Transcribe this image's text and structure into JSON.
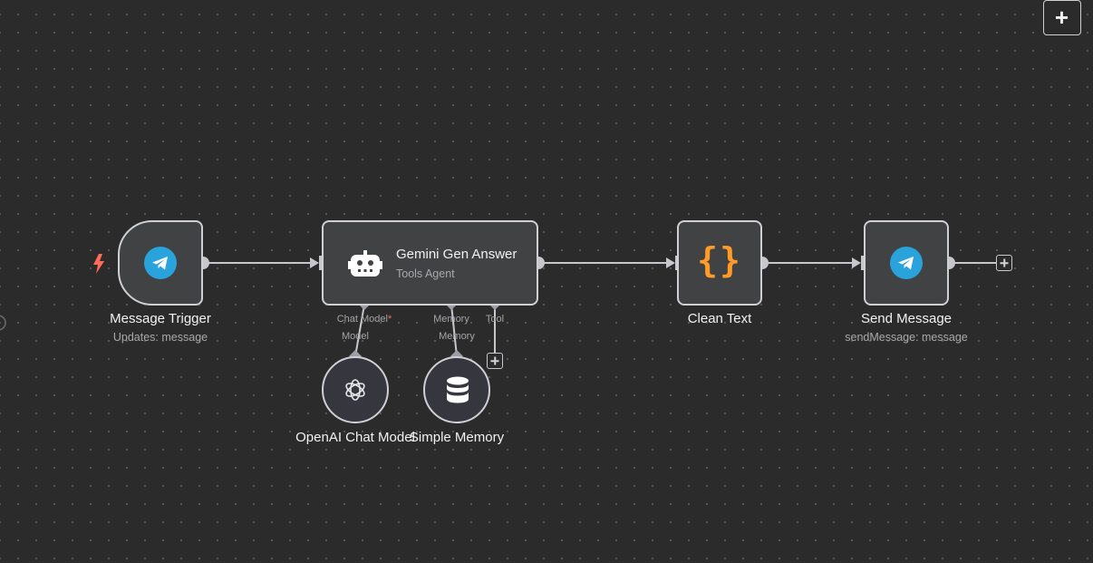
{
  "toolbar": {
    "add_button_label": "+"
  },
  "nodes": {
    "message_trigger": {
      "title": "Message Trigger",
      "subtitle": "Updates: message",
      "icon": "telegram-icon"
    },
    "gemini": {
      "title": "Gemini Gen Answer",
      "subtitle": "Tools Agent",
      "icon": "robot-icon",
      "ports": {
        "chat_model": "Chat Model",
        "chat_model_required": "*",
        "memory": "Memory",
        "tool": "Tool"
      }
    },
    "clean_text": {
      "title": "Clean Text",
      "icon": "code-braces-icon",
      "glyph": "{}"
    },
    "send_message": {
      "title": "Send Message",
      "subtitle": "sendMessage: message",
      "icon": "telegram-icon"
    },
    "openai": {
      "title": "OpenAI Chat Model",
      "port_label": "Model",
      "icon": "openai-icon"
    },
    "memory": {
      "title": "Simple Memory",
      "port_label": "Memory",
      "icon": "database-icon"
    }
  },
  "colors": {
    "canvas": "#2b2b2b",
    "node_fill": "#414244",
    "node_border": "#d0d0d4",
    "telegram": "#2aa3dd",
    "trigger": "#ff6d5a",
    "code": "#ff9b26",
    "required": "#ff6d5a"
  }
}
